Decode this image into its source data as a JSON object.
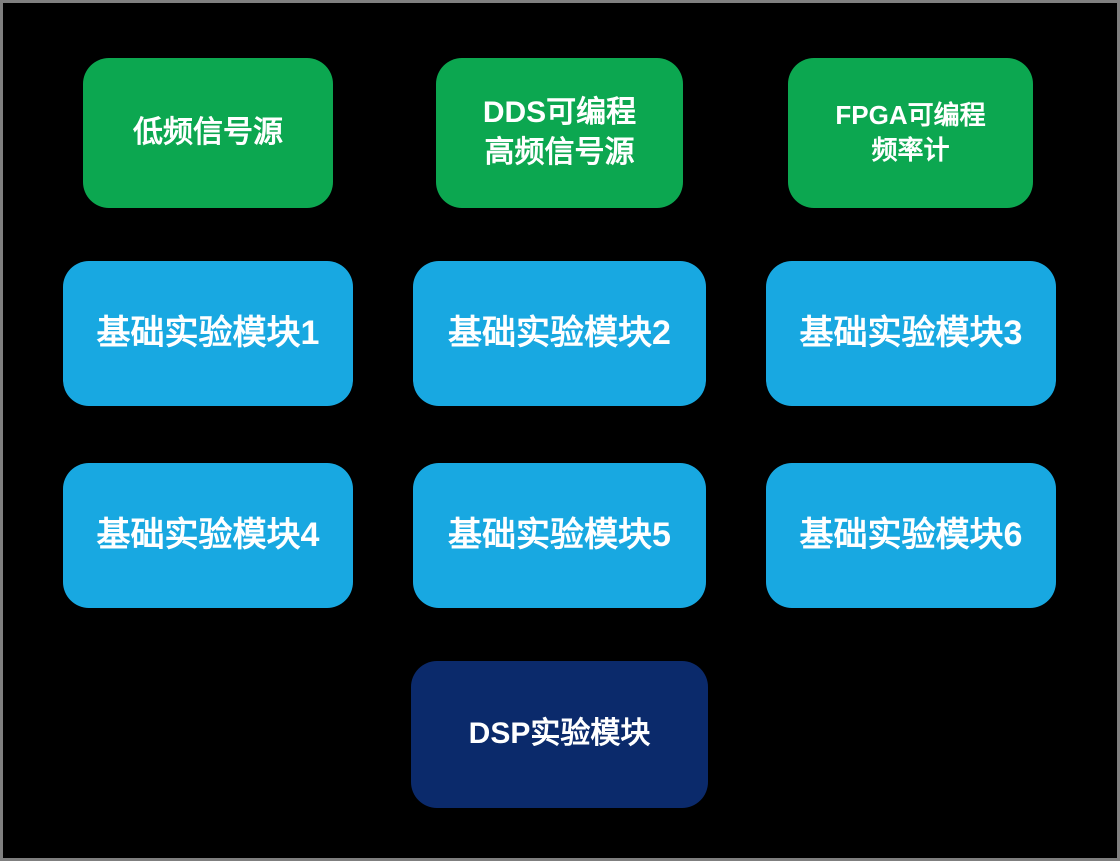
{
  "diagram": {
    "colors": {
      "background": "#000000",
      "border": "#7f7f7f",
      "signal_source_block": "#0ca750",
      "basic_module_block": "#18a8e1",
      "dsp_module_block": "#0b2a6b",
      "text": "#ffffff"
    },
    "blocks": {
      "low_freq_source": {
        "label": "低频信号源"
      },
      "dds_source": {
        "label": "DDS可编程\n高频信号源"
      },
      "fpga_counter": {
        "label": "FPGA可编程\n频率计"
      },
      "basic1": {
        "label": "基础实验模块1"
      },
      "basic2": {
        "label": "基础实验模块2"
      },
      "basic3": {
        "label": "基础实验模块3"
      },
      "basic4": {
        "label": "基础实验模块4"
      },
      "basic5": {
        "label": "基础实验模块5"
      },
      "basic6": {
        "label": "基础实验模块6"
      },
      "dsp": {
        "label": "DSP实验模块"
      }
    }
  }
}
